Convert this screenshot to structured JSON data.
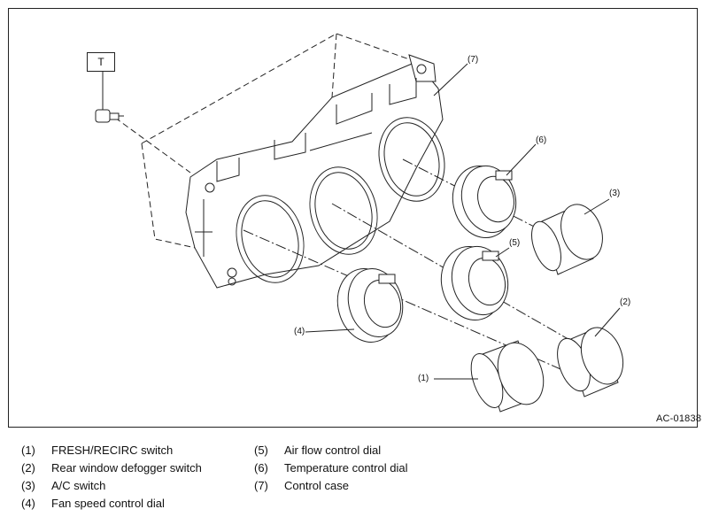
{
  "figure_code": "AC-01838",
  "tool_label": "T",
  "callouts": [
    "(1)",
    "(2)",
    "(3)",
    "(4)",
    "(5)",
    "(6)",
    "(7)"
  ],
  "legend": [
    {
      "num": "(1)",
      "text": "FRESH/RECIRC switch"
    },
    {
      "num": "(2)",
      "text": "Rear window defogger switch"
    },
    {
      "num": "(3)",
      "text": "A/C switch"
    },
    {
      "num": "(4)",
      "text": "Fan speed control dial"
    },
    {
      "num": "(5)",
      "text": "Air flow control dial"
    },
    {
      "num": "(6)",
      "text": "Temperature control dial"
    },
    {
      "num": "(7)",
      "text": "Control case"
    }
  ]
}
